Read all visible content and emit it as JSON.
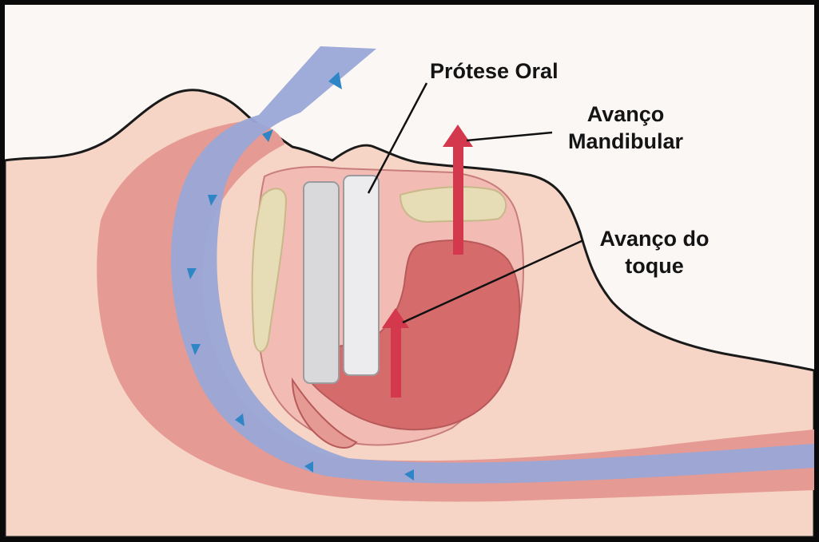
{
  "labels": {
    "oral_prosthesis": "Prótese Oral",
    "mandibular_advance_line1": "Avanço",
    "mandibular_advance_line2": "Mandibular",
    "touch_advance_line1": "Avanço do",
    "touch_advance_line2": "toque"
  },
  "colors": {
    "frame": "#0a0a0a",
    "background": "#fbf7f5",
    "skin": "#f6d5c6",
    "tissue": "#e59a94",
    "tissue_dark": "#d46f6f",
    "mouth_interior": "#f2bcb4",
    "tongue": "#d66b6c",
    "airway": "#9aa6d6",
    "flow_arrow": "#2f86c7",
    "bone": "#e6dcb6",
    "prosthesis": "#d9d9dc",
    "advance_arrow": "#d3384d"
  },
  "icons": {
    "flow": "down-arrow-icon",
    "advance": "up-arrow-icon"
  }
}
